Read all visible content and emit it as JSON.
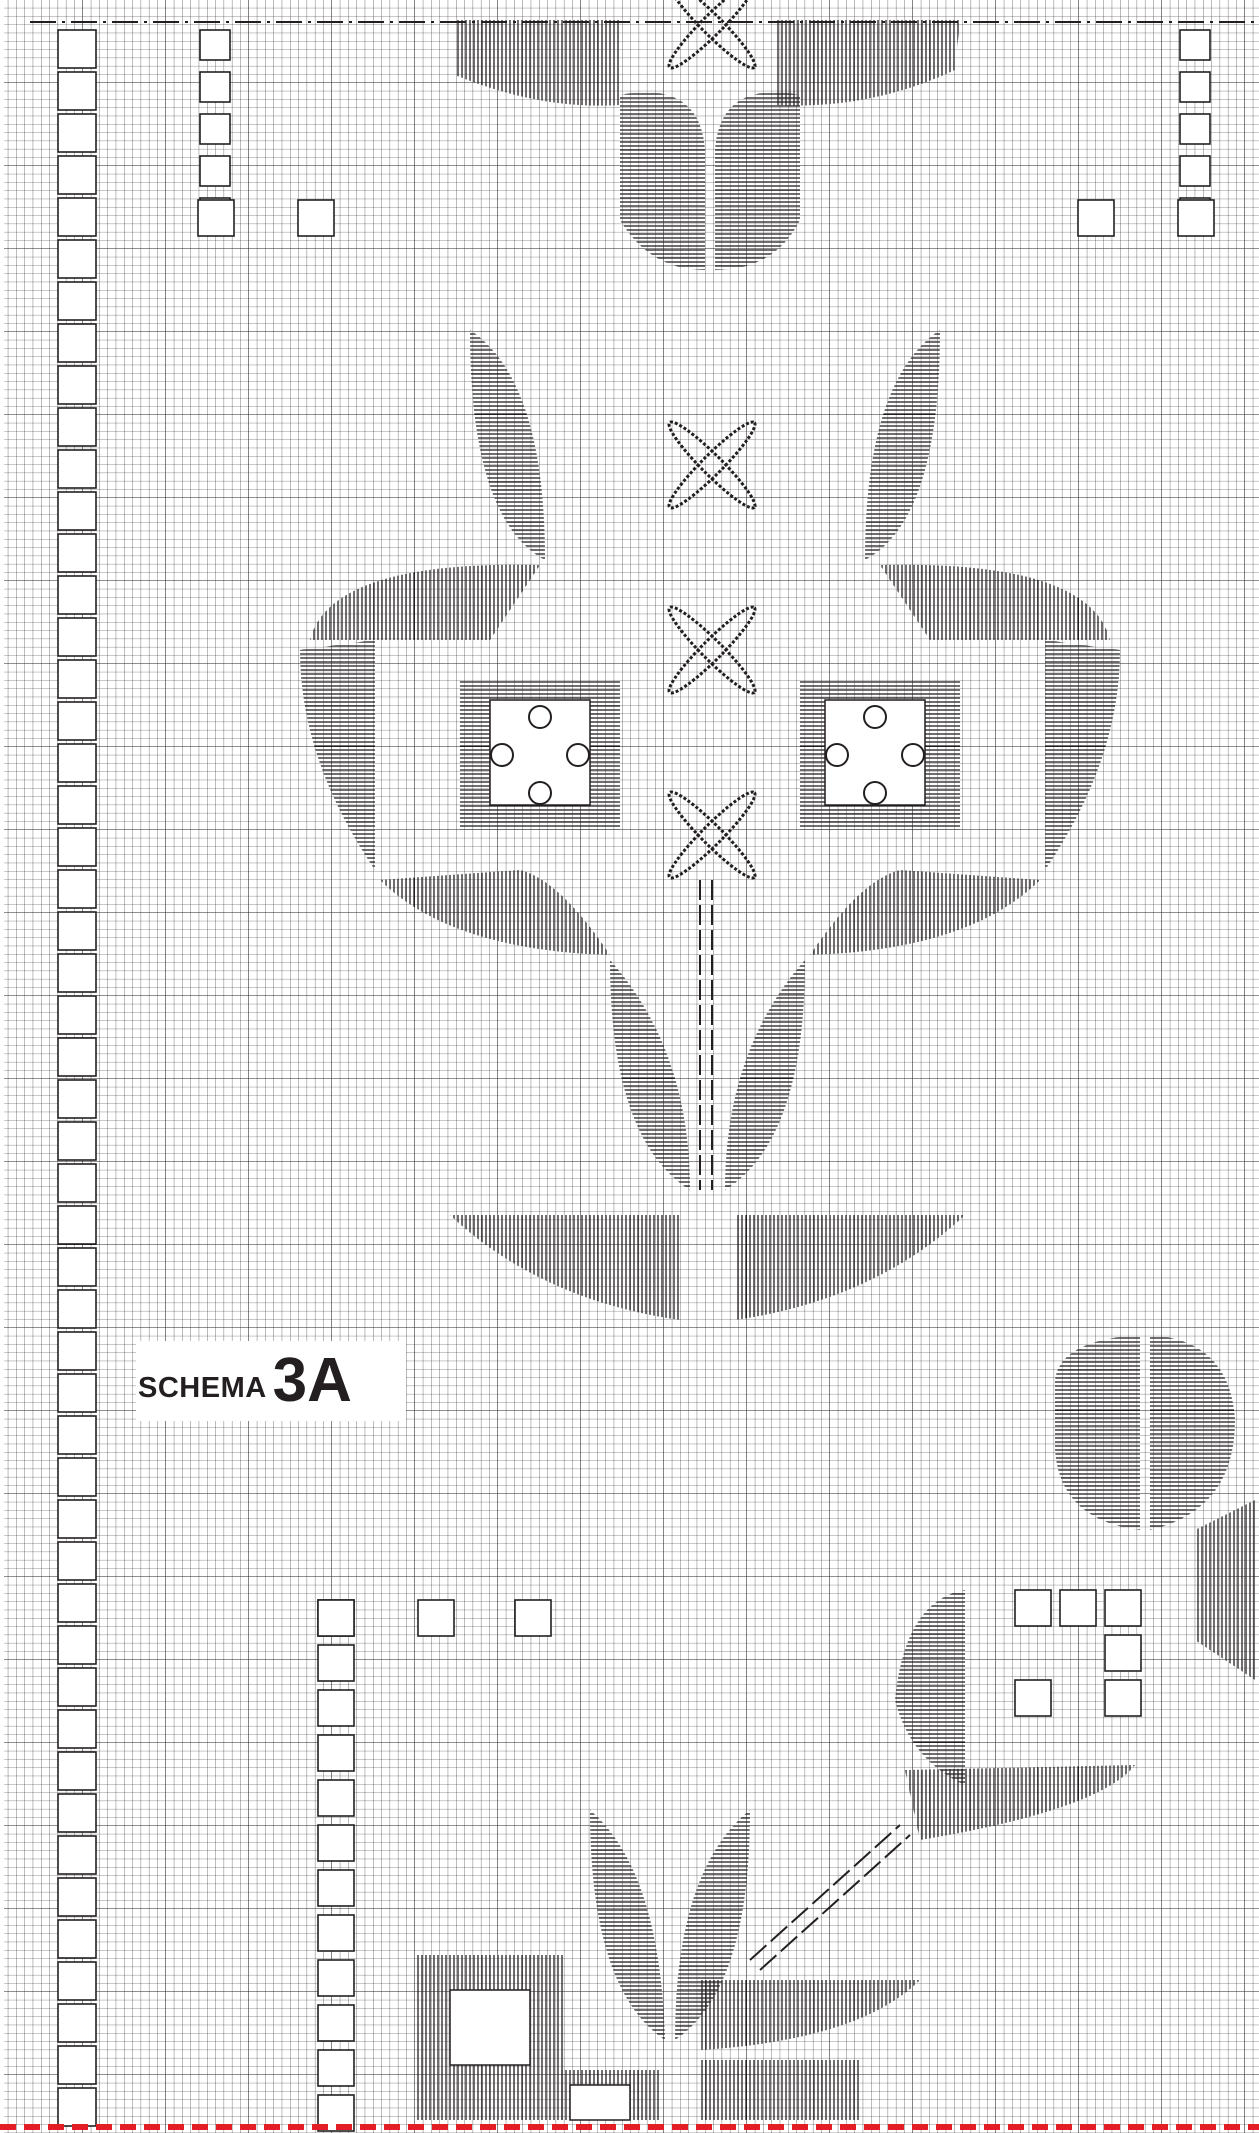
{
  "diagram": {
    "title_prefix": "SCHEMA",
    "title_code": "3A",
    "grid_color": "#231f20",
    "border_color": "#e41e26"
  },
  "motifs": [
    {
      "name": "top-leaf-cluster",
      "kind": "hatched-leaves"
    },
    {
      "name": "center-flower",
      "kind": "picot-cross"
    },
    {
      "name": "left-bloom",
      "kind": "eyelet-square"
    },
    {
      "name": "right-bloom",
      "kind": "eyelet-square"
    },
    {
      "name": "left-border-chain",
      "kind": "square-chain"
    },
    {
      "name": "lower-branch",
      "kind": "hatched-leaves"
    }
  ]
}
